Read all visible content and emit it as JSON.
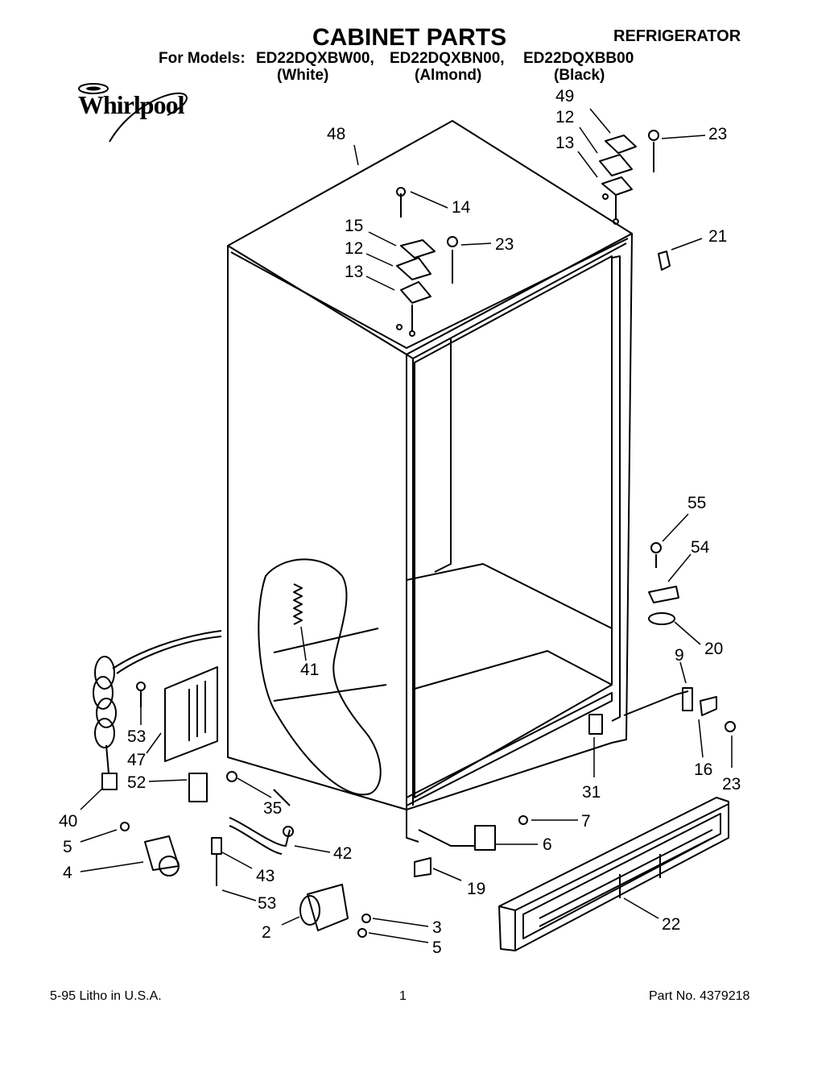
{
  "header": {
    "title": "CABINET PARTS",
    "appliance": "REFRIGERATOR",
    "models_label": "For Models:",
    "models": [
      "ED22DQXBW00,",
      "ED22DQXBN00,",
      "ED22DQXBB00"
    ],
    "colors": [
      "(White)",
      "(Almond)",
      "(Black)"
    ]
  },
  "logo": {
    "brand": "Whirlpool"
  },
  "part_numbers": {
    "top_hinge_right_49": "49",
    "top_hinge_right_12": "12",
    "top_hinge_right_13": "13",
    "top_hinge_right_23": "23",
    "cabinet_48": "48",
    "top_hinge_left_14": "14",
    "top_hinge_left_15": "15",
    "top_hinge_left_12": "12",
    "top_hinge_left_13": "13",
    "top_hinge_left_23": "23",
    "p21": "21",
    "p55": "55",
    "p54": "54",
    "p20": "20",
    "p9": "9",
    "p41": "41",
    "p16": "16",
    "p23b": "23",
    "p31": "31",
    "p53a": "53",
    "p47": "47",
    "p52": "52",
    "p35": "35",
    "p40": "40",
    "p5a": "5",
    "p4": "4",
    "p42": "42",
    "p43": "43",
    "p53b": "53",
    "p7": "7",
    "p6": "6",
    "p19": "19",
    "p22": "22",
    "p2": "2",
    "p3": "3",
    "p5b": "5"
  },
  "footer": {
    "left": "5-95  Litho in U.S.A.",
    "page": "1",
    "part_no": "Part No. 4379218"
  }
}
